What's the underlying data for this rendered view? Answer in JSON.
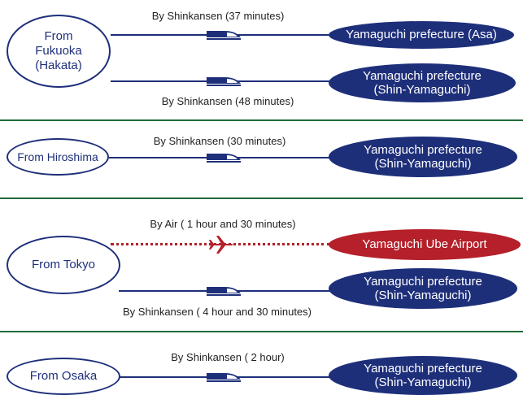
{
  "origins": {
    "fukuoka": "From\nFukuoka\n(Hakata)",
    "hiroshima": "From Hiroshima",
    "tokyo": "From Tokyo",
    "osaka": "From Osaka"
  },
  "routes": {
    "fukuoka_asa": {
      "label": "By Shinkansen (37 minutes)",
      "destination": "Yamaguchi prefecture (Asa)"
    },
    "fukuoka_shin": {
      "label": "By Shinkansen (48 minutes)",
      "destination": "Yamaguchi prefecture\n(Shin-Yamaguchi)"
    },
    "hiroshima_shin": {
      "label": "By Shinkansen (30 minutes)",
      "destination": "Yamaguchi prefecture\n(Shin-Yamaguchi)"
    },
    "tokyo_air": {
      "label": "By Air ( 1 hour and 30 minutes)",
      "destination": "Yamaguchi Ube Airport"
    },
    "tokyo_shin": {
      "label": "By Shinkansen ( 4 hour and 30 minutes)",
      "destination": "Yamaguchi prefecture\n(Shin-Yamaguchi)"
    },
    "osaka_shin": {
      "label": "By Shinkansen ( 2 hour)",
      "destination": "Yamaguchi prefecture\n(Shin-Yamaguchi)"
    }
  },
  "colors": {
    "navy": "#1e2f7a",
    "red": "#b5202a",
    "separator": "#1f6b3a"
  },
  "icons": {
    "train": "shinkansen-train-icon",
    "plane": "airplane-icon"
  }
}
